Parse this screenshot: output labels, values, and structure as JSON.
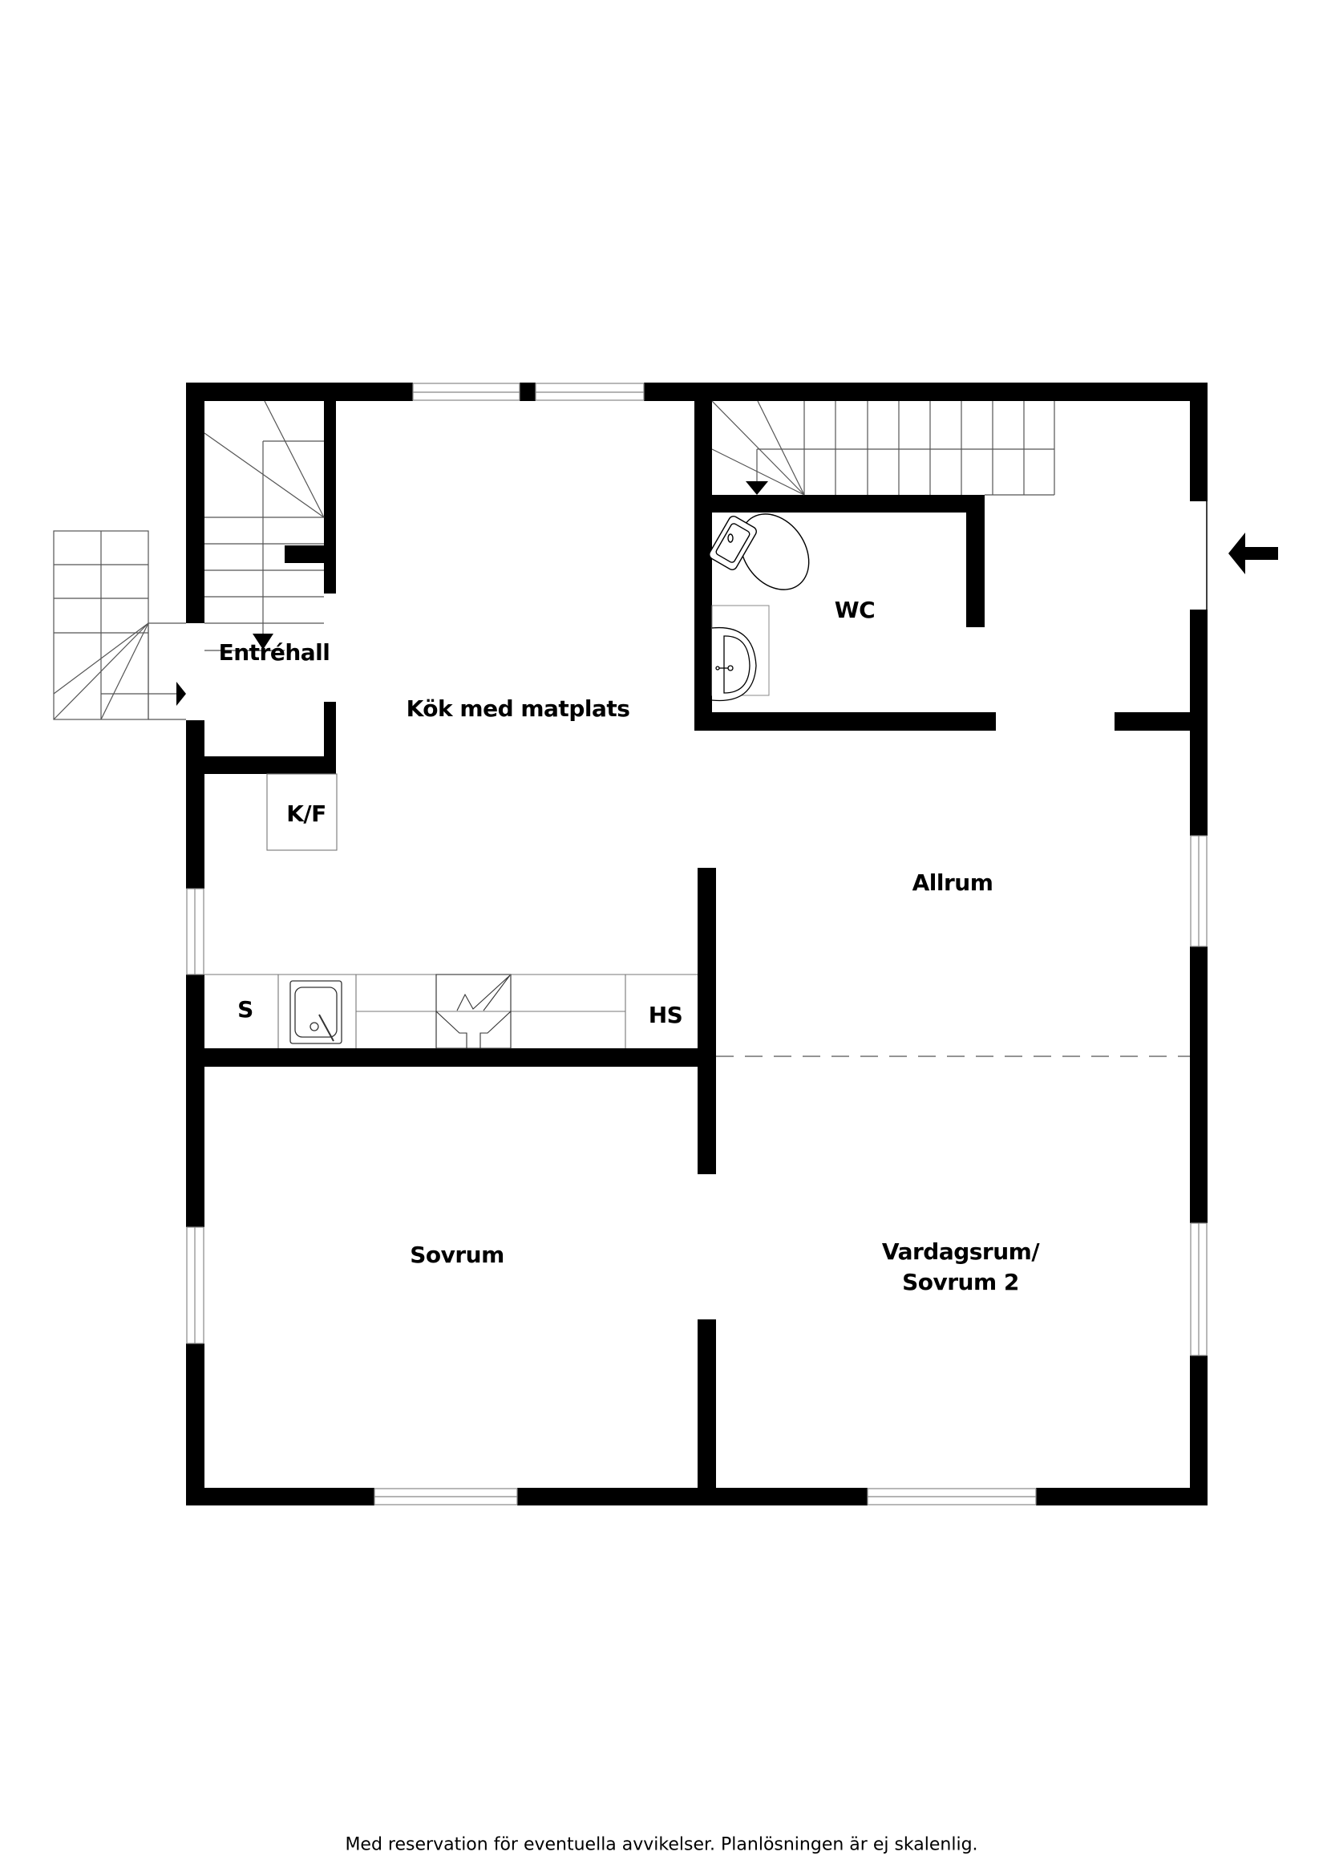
{
  "floorplan": {
    "rooms": [
      {
        "id": "entrehall",
        "label": "Entréhall"
      },
      {
        "id": "kok",
        "label": "Kök med matplats"
      },
      {
        "id": "wc",
        "label": "WC"
      },
      {
        "id": "allrum",
        "label": "Allrum"
      },
      {
        "id": "sovrum",
        "label": "Sovrum"
      },
      {
        "id": "vardagsrum",
        "label_line1": "Vardagsrum/",
        "label_line2": "Sovrum 2"
      }
    ],
    "fixtures": {
      "kf": "K/F",
      "s": "S",
      "hs": "HS"
    },
    "icons": [
      "stairs-icon",
      "toilet-icon",
      "washbasin-icon",
      "sink-icon",
      "stove-hood-icon",
      "entrance-arrow-icon",
      "stair-direction-arrow-icon"
    ],
    "colors": {
      "wall": "#000000",
      "line": "#555555",
      "background": "#ffffff"
    }
  },
  "footer": {
    "disclaimer": "Med reservation för eventuella avvikelser. Planlösningen är ej skalenlig."
  }
}
